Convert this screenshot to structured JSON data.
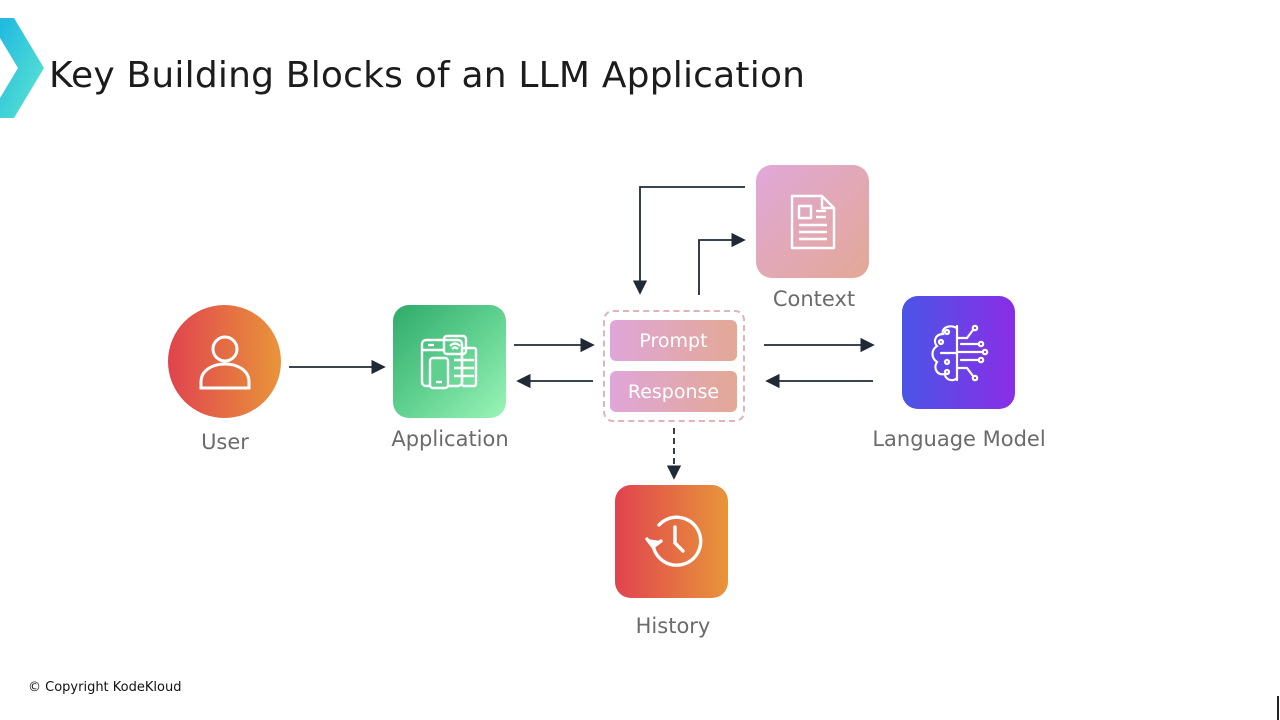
{
  "slide": {
    "title": "Key Building Blocks of an LLM Application",
    "copyright": "© Copyright KodeKloud"
  },
  "nodes": {
    "user": {
      "label": "User",
      "icon": "user-icon"
    },
    "application": {
      "label": "Application",
      "icon": "devices-icon"
    },
    "context": {
      "label": "Context",
      "icon": "document-icon"
    },
    "language_model": {
      "label": "Language Model",
      "icon": "brain-circuit-icon"
    },
    "history": {
      "label": "History",
      "icon": "history-clock-icon"
    }
  },
  "exchange": {
    "prompt": "Prompt",
    "response": "Response"
  },
  "colors": {
    "user_gradient": [
      "#e0434f",
      "#e8953a"
    ],
    "application_gradient": [
      "#2faa6a",
      "#9bf5b8"
    ],
    "context_gradient": [
      "#e0a8d8",
      "#e3a896"
    ],
    "language_model_gradient": [
      "#4a55e6",
      "#8a2ee6"
    ],
    "history_gradient": [
      "#e0434f",
      "#e8953a"
    ],
    "logo_gradient": [
      "#1fb8e0",
      "#5fe8d0"
    ],
    "arrow": "#1f2a36"
  }
}
